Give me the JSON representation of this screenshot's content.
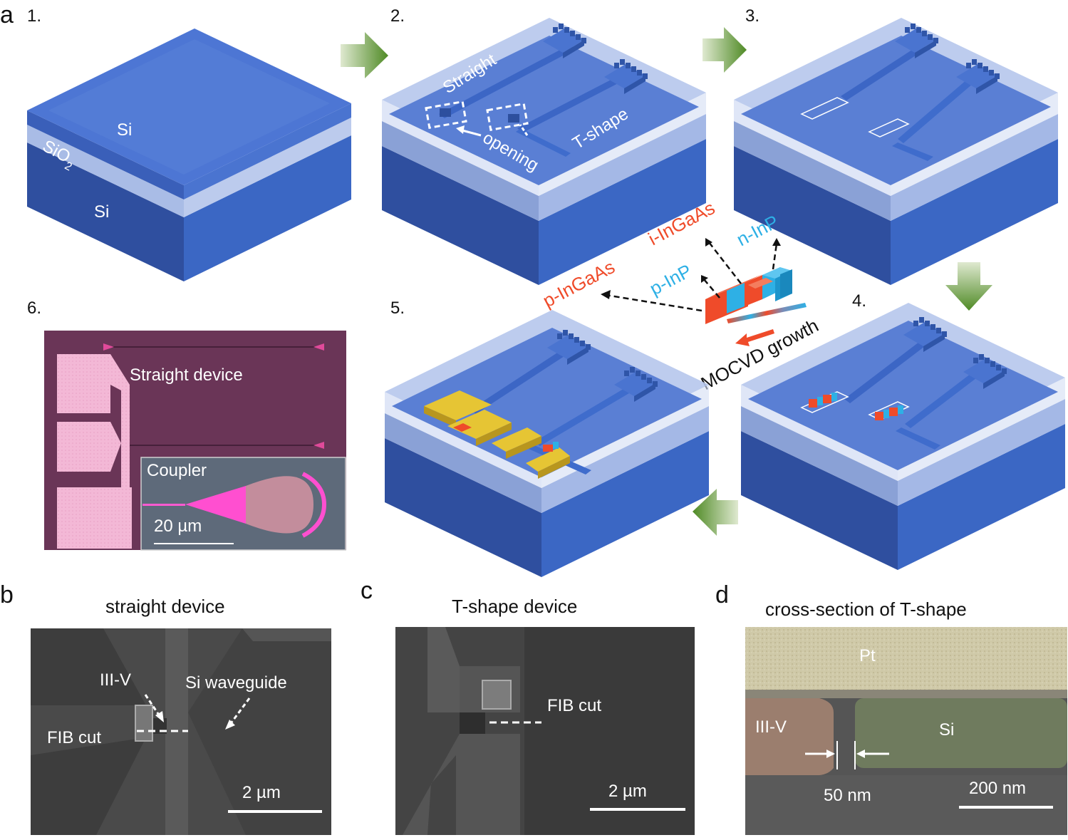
{
  "panels": {
    "a": {
      "letter": "a",
      "steps": [
        "1.",
        "2.",
        "3.",
        "4.",
        "5.",
        "6."
      ],
      "step1": {
        "top_layer": "Si",
        "middle_layer": "SiO",
        "middle_sub": "2",
        "bottom_layer": "Si"
      },
      "step2": {
        "straight": "Straight",
        "tshape": "T-shape",
        "opening": "opening"
      },
      "growth": {
        "p_ingaas": "p-InGaAs",
        "i_ingaas": "i-InGaAs",
        "p_inp": "p-InP",
        "n_inp": "n-InP",
        "mocvd": "MOCVD growth"
      },
      "step6": {
        "straight_device": "Straight device",
        "coupler": "Coupler",
        "scale": "20 µm"
      }
    },
    "b": {
      "letter": "b",
      "title": "straight device",
      "iiiv": "III-V",
      "si_waveguide": "Si waveguide",
      "fib": "FIB cut",
      "scale": "2 µm"
    },
    "c": {
      "letter": "c",
      "title": "T-shape device",
      "fib": "FIB cut",
      "scale": "2 µm"
    },
    "d": {
      "letter": "d",
      "title": "cross-section of T-shape",
      "pt": "Pt",
      "iiiv": "III-V",
      "si": "Si",
      "gap": "50 nm",
      "scale": "200 nm"
    }
  },
  "colors": {
    "block_top": "#4b73d3",
    "block_side_left": "#3a5fb9",
    "block_side_right": "#3e6ac7",
    "oxide": "#b8c8ec",
    "arrow_green": "#5a8f2c",
    "ingaas_red": "#ef4b2a",
    "inp_cyan": "#2eb0e5",
    "gold": "#e6c534",
    "micrograph_purple": "#6a3557"
  }
}
